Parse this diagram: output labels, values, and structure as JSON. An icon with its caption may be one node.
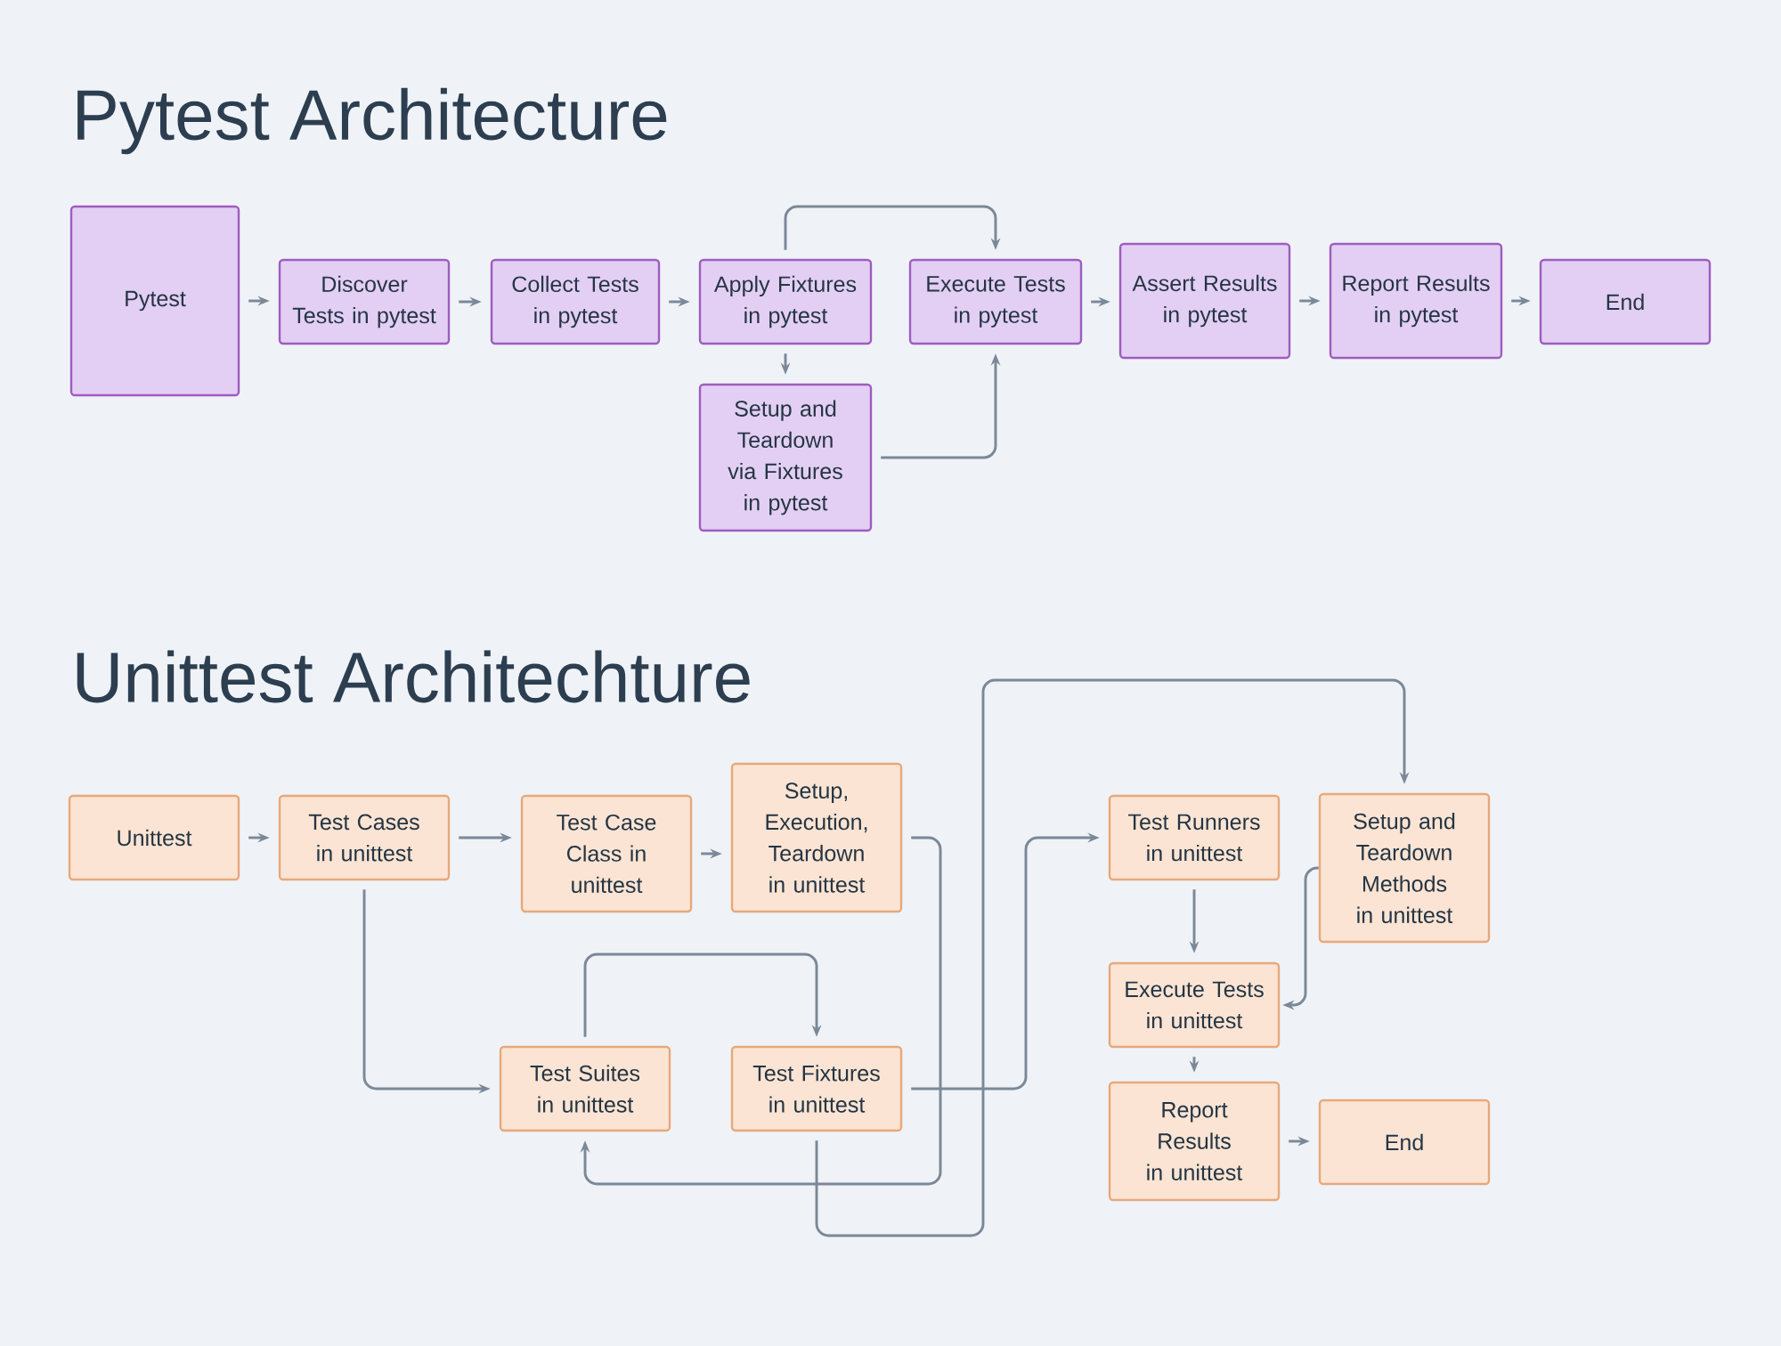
{
  "diagram": {
    "title": "Pytest Architecture",
    "nodes": [
      {
        "text": [
          "Pytest"
        ]
      },
      {
        "text": [
          "Discover Tests in pytest"
        ]
      },
      {
        "text": [
          "Collect Tests in pytest"
        ]
      },
      {
        "text": [
          "Apply Fixtures in pytest"
        ]
      },
      {
        "text": [
          "Setup and Teardown via Fixtures in pytest"
        ]
      },
      {
        "text": [
          "Execute Tests in pytest"
        ]
      },
      {
        "text": [
          "Assert Results in pytest"
        ]
      },
      {
        "text": [
          "Report Results in pytest"
        ]
      },
      {
        "text": [
          "End"
        ]
      },
      {
        "text": [
          "Unittest"
        ]
      },
      {
        "text": [
          "Test Cases in unittest"
        ]
      },
      {
        "text": [
          "Test Case Class in unittest"
        ]
      },
      {
        "text": [
          "Setup, Execution, Teardown in unittest"
        ]
      },
      {
        "text": [
          "Test Suites in unittest"
        ]
      },
      {
        "text": [
          "Test Fixtures in unittest"
        ]
      },
      {
        "text": [
          "Test Runners in unittest"
        ]
      },
      {
        "text": [
          "Setup and Teardown Methods in unittest"
        ]
      },
      {
        "text": [
          "Execute Tests in unittest"
        ]
      },
      {
        "text": [
          "Report Results in unittest"
        ]
      },
      {
        "text": [
          "End"
        ]
      }
    ],
    "edges": [
      {
        "from": 0,
        "to": 1,
        "arrow": "to"
      },
      {
        "from": 1,
        "to": 2,
        "arrow": "to"
      },
      {
        "from": 2,
        "to": 3,
        "arrow": "to"
      },
      {
        "from": 3,
        "to": 5,
        "arrow": "to"
      },
      {
        "from": 3,
        "to": 4,
        "arrow": "to"
      },
      {
        "from": 4,
        "to": 5,
        "arrow": "to"
      },
      {
        "from": 5,
        "to": 6,
        "arrow": "to"
      },
      {
        "from": 6,
        "to": 7,
        "arrow": "to"
      },
      {
        "from": 7,
        "to": 8,
        "arrow": "to"
      },
      {
        "from": 9,
        "to": 10,
        "arrow": "to"
      },
      {
        "from": 10,
        "to": 11,
        "arrow": "to"
      },
      {
        "from": 11,
        "to": 12,
        "arrow": "to"
      },
      {
        "from": 10,
        "to": 13,
        "arrow": "to"
      },
      {
        "from": 13,
        "to": 14,
        "arrow": "to"
      },
      {
        "from": 12,
        "to": 13,
        "arrow": "to"
      },
      {
        "from": 14,
        "to": 15,
        "arrow": "to"
      },
      {
        "from": 14,
        "to": 16,
        "arrow": "to"
      },
      {
        "from": 15,
        "to": 17,
        "arrow": "to"
      },
      {
        "from": 16,
        "to": 17,
        "arrow": "to"
      },
      {
        "from": 17,
        "to": 18,
        "arrow": "to"
      },
      {
        "from": 18,
        "to": 19,
        "arrow": "to"
      }
    ],
    "labels": [
      "Unittest Architechture"
    ]
  }
}
